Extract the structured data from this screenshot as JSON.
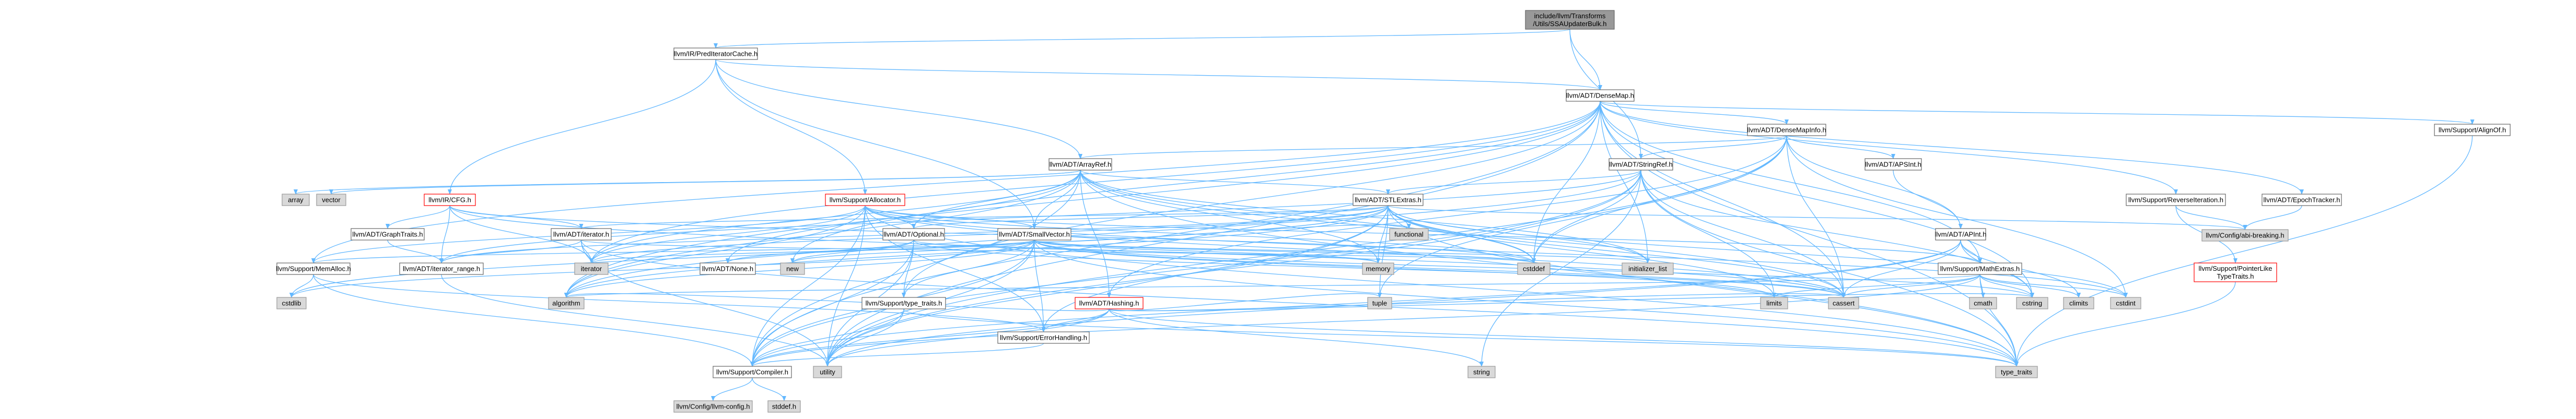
{
  "diagram": {
    "background": "#ffffff",
    "edge_color": "#63b8ff",
    "nodes": [
      {
        "id": "root",
        "label_lines": [
          "include/llvm/Transforms",
          "/Utils/SSAUpdaterBulk.h"
        ],
        "style": "root"
      },
      {
        "id": "predcache",
        "label_lines": [
          "llvm/IR/PredIteratorCache.h"
        ],
        "style": "white"
      },
      {
        "id": "densemap",
        "label_lines": [
          "llvm/ADT/DenseMap.h"
        ],
        "style": "white"
      },
      {
        "id": "densemapinfo",
        "label_lines": [
          "llvm/ADT/DenseMapInfo.h"
        ],
        "style": "white"
      },
      {
        "id": "arrayref",
        "label_lines": [
          "llvm/ADT/ArrayRef.h"
        ],
        "style": "white"
      },
      {
        "id": "stringref",
        "label_lines": [
          "llvm/ADT/StringRef.h"
        ],
        "style": "white"
      },
      {
        "id": "apsint",
        "label_lines": [
          "llvm/ADT/APSInt.h"
        ],
        "style": "white"
      },
      {
        "id": "alignof",
        "label_lines": [
          "llvm/Support/AlignOf.h"
        ],
        "style": "white"
      },
      {
        "id": "revit",
        "label_lines": [
          "llvm/Support/ReverseIteration.h"
        ],
        "style": "white"
      },
      {
        "id": "epoch",
        "label_lines": [
          "llvm/ADT/EpochTracker.h"
        ],
        "style": "white"
      },
      {
        "id": "cfg",
        "label_lines": [
          "llvm/IR/CFG.h"
        ],
        "style": "red"
      },
      {
        "id": "allocator",
        "label_lines": [
          "llvm/Support/Allocator.h"
        ],
        "style": "red"
      },
      {
        "id": "stlextras",
        "label_lines": [
          "llvm/ADT/STLExtras.h"
        ],
        "style": "white"
      },
      {
        "id": "apint",
        "label_lines": [
          "llvm/ADT/APInt.h"
        ],
        "style": "white"
      },
      {
        "id": "abibreak",
        "label_lines": [
          "llvm/Config/abi-breaking.h"
        ],
        "style": "gray"
      },
      {
        "id": "array",
        "label_lines": [
          "array"
        ],
        "style": "gray"
      },
      {
        "id": "vector",
        "label_lines": [
          "vector"
        ],
        "style": "gray"
      },
      {
        "id": "graphtraits",
        "label_lines": [
          "llvm/ADT/GraphTraits.h"
        ],
        "style": "white"
      },
      {
        "id": "adtiterator",
        "label_lines": [
          "llvm/ADT/iterator.h"
        ],
        "style": "white"
      },
      {
        "id": "optional",
        "label_lines": [
          "llvm/ADT/Optional.h"
        ],
        "style": "white"
      },
      {
        "id": "smallvector",
        "label_lines": [
          "llvm/ADT/SmallVector.h"
        ],
        "style": "white"
      },
      {
        "id": "functional",
        "label_lines": [
          "functional"
        ],
        "style": "gray"
      },
      {
        "id": "memory",
        "label_lines": [
          "memory"
        ],
        "style": "gray"
      },
      {
        "id": "cstddef",
        "label_lines": [
          "cstddef"
        ],
        "style": "gray"
      },
      {
        "id": "initlist",
        "label_lines": [
          "initializer_list"
        ],
        "style": "gray"
      },
      {
        "id": "mathextras",
        "label_lines": [
          "llvm/Support/MathExtras.h"
        ],
        "style": "white"
      },
      {
        "id": "pointerlike",
        "label_lines": [
          "llvm/Support/PointerLike",
          "TypeTraits.h"
        ],
        "style": "red"
      },
      {
        "id": "memalloc",
        "label_lines": [
          "llvm/Support/MemAlloc.h"
        ],
        "style": "white"
      },
      {
        "id": "iterrange",
        "label_lines": [
          "llvm/ADT/iterator_range.h"
        ],
        "style": "white"
      },
      {
        "id": "iterator",
        "label_lines": [
          "iterator"
        ],
        "style": "gray"
      },
      {
        "id": "adtnone",
        "label_lines": [
          "llvm/ADT/None.h"
        ],
        "style": "white"
      },
      {
        "id": "new",
        "label_lines": [
          "new"
        ],
        "style": "gray"
      },
      {
        "id": "hashing",
        "label_lines": [
          "llvm/ADT/Hashing.h"
        ],
        "style": "red"
      },
      {
        "id": "tuple",
        "label_lines": [
          "tuple"
        ],
        "style": "gray"
      },
      {
        "id": "limits",
        "label_lines": [
          "limits"
        ],
        "style": "gray"
      },
      {
        "id": "cassert",
        "label_lines": [
          "cassert"
        ],
        "style": "gray"
      },
      {
        "id": "cmath",
        "label_lines": [
          "cmath"
        ],
        "style": "gray"
      },
      {
        "id": "cstring",
        "label_lines": [
          "cstring"
        ],
        "style": "gray"
      },
      {
        "id": "climits",
        "label_lines": [
          "climits"
        ],
        "style": "gray"
      },
      {
        "id": "cstdint",
        "label_lines": [
          "cstdint"
        ],
        "style": "gray"
      },
      {
        "id": "cstdlib",
        "label_lines": [
          "cstdlib"
        ],
        "style": "gray"
      },
      {
        "id": "algorithm",
        "label_lines": [
          "algorithm"
        ],
        "style": "gray"
      },
      {
        "id": "typetraits_support",
        "label_lines": [
          "llvm/Support/type_traits.h"
        ],
        "style": "white"
      },
      {
        "id": "errorhandling",
        "label_lines": [
          "llvm/Support/ErrorHandling.h"
        ],
        "style": "white"
      },
      {
        "id": "compiler",
        "label_lines": [
          "llvm/Support/Compiler.h"
        ],
        "style": "white"
      },
      {
        "id": "utility",
        "label_lines": [
          "utility"
        ],
        "style": "gray"
      },
      {
        "id": "string",
        "label_lines": [
          "string"
        ],
        "style": "gray"
      },
      {
        "id": "type_traits",
        "label_lines": [
          "type_traits"
        ],
        "style": "gray"
      },
      {
        "id": "llvmconfig",
        "label_lines": [
          "llvm/Config/llvm-config.h"
        ],
        "style": "gray"
      },
      {
        "id": "stddef",
        "label_lines": [
          "stddef.h"
        ],
        "style": "gray"
      }
    ],
    "edges": [
      [
        "root",
        "predcache"
      ],
      [
        "root",
        "densemap"
      ],
      [
        "root",
        "stringref"
      ],
      [
        "predcache",
        "densemap"
      ],
      [
        "predcache",
        "arrayref"
      ],
      [
        "predcache",
        "cfg"
      ],
      [
        "predcache",
        "allocator"
      ],
      [
        "predcache",
        "smallvector"
      ],
      [
        "densemap",
        "densemapinfo"
      ],
      [
        "densemap",
        "epoch"
      ],
      [
        "densemap",
        "alignof"
      ],
      [
        "densemap",
        "compiler"
      ],
      [
        "densemap",
        "mathextras"
      ],
      [
        "densemap",
        "memalloc"
      ],
      [
        "densemap",
        "revit"
      ],
      [
        "densemap",
        "type_traits"
      ],
      [
        "densemap",
        "algorithm"
      ],
      [
        "densemap",
        "cassert"
      ],
      [
        "densemap",
        "cstddef"
      ],
      [
        "densemap",
        "cstring"
      ],
      [
        "densemap",
        "initlist"
      ],
      [
        "densemap",
        "iterator"
      ],
      [
        "densemap",
        "new"
      ],
      [
        "densemap",
        "utility"
      ],
      [
        "densemap",
        "typetraits_support"
      ],
      [
        "densemapinfo",
        "apint"
      ],
      [
        "densemapinfo",
        "apsint"
      ],
      [
        "densemapinfo",
        "arrayref"
      ],
      [
        "densemapinfo",
        "hashing"
      ],
      [
        "densemapinfo",
        "stringref"
      ],
      [
        "densemapinfo",
        "cassert"
      ],
      [
        "densemapinfo",
        "cstddef"
      ],
      [
        "densemapinfo",
        "cstdint"
      ],
      [
        "densemapinfo",
        "tuple"
      ],
      [
        "densemapinfo",
        "utility"
      ],
      [
        "apsint",
        "apint"
      ],
      [
        "apint",
        "compiler"
      ],
      [
        "apint",
        "mathextras"
      ],
      [
        "apint",
        "cassert"
      ],
      [
        "apint",
        "climits"
      ],
      [
        "apint",
        "cstring"
      ],
      [
        "apint",
        "utility"
      ],
      [
        "arrayref",
        "hashing"
      ],
      [
        "arrayref",
        "none"
      ],
      [
        "arrayref",
        "smallvector"
      ],
      [
        "arrayref",
        "stlextras"
      ],
      [
        "arrayref",
        "compiler"
      ],
      [
        "arrayref",
        "algorithm"
      ],
      [
        "arrayref",
        "array"
      ],
      [
        "arrayref",
        "cassert"
      ],
      [
        "arrayref",
        "cstddef"
      ],
      [
        "arrayref",
        "initlist"
      ],
      [
        "arrayref",
        "iterator"
      ],
      [
        "arrayref",
        "memory"
      ],
      [
        "arrayref",
        "type_traits"
      ],
      [
        "arrayref",
        "vector"
      ],
      [
        "arrayref",
        "optional"
      ],
      [
        "stringref",
        "stlextras"
      ],
      [
        "stringref",
        "iterrange"
      ],
      [
        "stringref",
        "compiler"
      ],
      [
        "stringref",
        "algorithm"
      ],
      [
        "stringref",
        "cassert"
      ],
      [
        "stringref",
        "cstddef"
      ],
      [
        "stringref",
        "cstring"
      ],
      [
        "stringref",
        "limits"
      ],
      [
        "stringref",
        "string"
      ],
      [
        "stringref",
        "type_traits"
      ],
      [
        "stringref",
        "utility"
      ],
      [
        "stlextras",
        "optional"
      ],
      [
        "stlextras",
        "adtiterator"
      ],
      [
        "stlextras",
        "iterrange"
      ],
      [
        "stlextras",
        "abibreak"
      ],
      [
        "stlextras",
        "errorhandling"
      ],
      [
        "stlextras",
        "algorithm"
      ],
      [
        "stlextras",
        "cassert"
      ],
      [
        "stlextras",
        "cstddef"
      ],
      [
        "stlextras",
        "cstdint"
      ],
      [
        "stlextras",
        "cstdlib"
      ],
      [
        "stlextras",
        "functional"
      ],
      [
        "stlextras",
        "initlist"
      ],
      [
        "stlextras",
        "iterator"
      ],
      [
        "stlextras",
        "limits"
      ],
      [
        "stlextras",
        "memory"
      ],
      [
        "stlextras",
        "tuple"
      ],
      [
        "stlextras",
        "type_traits"
      ],
      [
        "stlextras",
        "utility"
      ],
      [
        "optional",
        "none"
      ],
      [
        "optional",
        "compiler"
      ],
      [
        "optional",
        "typetraits_support"
      ],
      [
        "optional",
        "cassert"
      ],
      [
        "optional",
        "memory"
      ],
      [
        "optional",
        "new"
      ],
      [
        "optional",
        "utility"
      ],
      [
        "smallvector",
        "compiler"
      ],
      [
        "smallvector",
        "errorhandling"
      ],
      [
        "smallvector",
        "memalloc"
      ],
      [
        "smallvector",
        "typetraits_support"
      ],
      [
        "smallvector",
        "algorithm"
      ],
      [
        "smallvector",
        "cassert"
      ],
      [
        "smallvector",
        "cstddef"
      ],
      [
        "smallvector",
        "cstdlib"
      ],
      [
        "smallvector",
        "cstring"
      ],
      [
        "smallvector",
        "functional"
      ],
      [
        "smallvector",
        "initlist"
      ],
      [
        "smallvector",
        "iterator"
      ],
      [
        "smallvector",
        "limits"
      ],
      [
        "smallvector",
        "memory"
      ],
      [
        "smallvector",
        "new"
      ],
      [
        "smallvector",
        "type_traits"
      ],
      [
        "smallvector",
        "utility"
      ],
      [
        "cfg",
        "graphtraits"
      ],
      [
        "cfg",
        "adtiterator"
      ],
      [
        "cfg",
        "iterrange"
      ],
      [
        "cfg",
        "cassert"
      ],
      [
        "cfg",
        "cstddef"
      ],
      [
        "cfg",
        "iterator"
      ],
      [
        "graphtraits",
        "iterrange"
      ],
      [
        "adtiterator",
        "iterrange"
      ],
      [
        "adtiterator",
        "cstddef"
      ],
      [
        "adtiterator",
        "iterator"
      ],
      [
        "adtiterator",
        "type_traits"
      ],
      [
        "adtiterator",
        "utility"
      ],
      [
        "iterrange",
        "utility"
      ],
      [
        "allocator",
        "optional"
      ],
      [
        "allocator",
        "smallvector"
      ],
      [
        "allocator",
        "compiler"
      ],
      [
        "allocator",
        "errorhandling"
      ],
      [
        "allocator",
        "mathextras"
      ],
      [
        "allocator",
        "memalloc"
      ],
      [
        "allocator",
        "algorithm"
      ],
      [
        "allocator",
        "cassert"
      ],
      [
        "allocator",
        "cstddef"
      ],
      [
        "allocator",
        "cstdint"
      ],
      [
        "allocator",
        "iterator"
      ],
      [
        "allocator",
        "type_traits"
      ],
      [
        "allocator",
        "utility"
      ],
      [
        "memalloc",
        "compiler"
      ],
      [
        "memalloc",
        "errorhandling"
      ],
      [
        "memalloc",
        "cstdlib"
      ],
      [
        "hashing",
        "errorhandling"
      ],
      [
        "hashing",
        "compiler"
      ],
      [
        "hashing",
        "algorithm"
      ],
      [
        "hashing",
        "cassert"
      ],
      [
        "hashing",
        "cstring"
      ],
      [
        "hashing",
        "string"
      ],
      [
        "hashing",
        "tuple"
      ],
      [
        "hashing",
        "type_traits"
      ],
      [
        "hashing",
        "utility"
      ],
      [
        "mathextras",
        "compiler"
      ],
      [
        "mathextras",
        "algorithm"
      ],
      [
        "mathextras",
        "cassert"
      ],
      [
        "mathextras",
        "climits"
      ],
      [
        "mathextras",
        "cmath"
      ],
      [
        "mathextras",
        "cstdint"
      ],
      [
        "mathextras",
        "cstring"
      ],
      [
        "mathextras",
        "limits"
      ],
      [
        "mathextras",
        "type_traits"
      ],
      [
        "typetraits_support",
        "compiler"
      ],
      [
        "typetraits_support",
        "type_traits"
      ],
      [
        "typetraits_support",
        "utility"
      ],
      [
        "errorhandling",
        "compiler"
      ],
      [
        "compiler",
        "llvmconfig"
      ],
      [
        "compiler",
        "stddef"
      ],
      [
        "epoch",
        "abibreak"
      ],
      [
        "revit",
        "abibreak"
      ],
      [
        "revit",
        "pointerlike"
      ],
      [
        "pointerlike",
        "type_traits"
      ],
      [
        "alignof",
        "type_traits"
      ]
    ]
  }
}
